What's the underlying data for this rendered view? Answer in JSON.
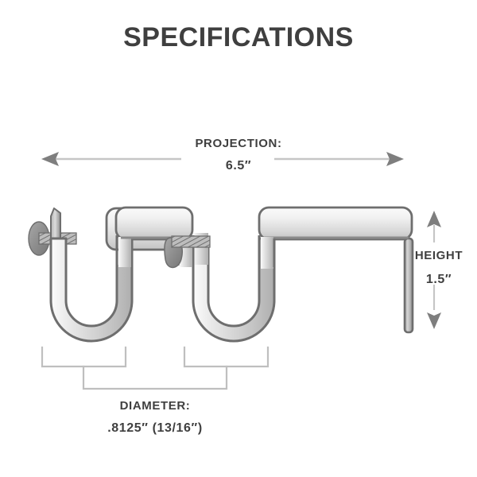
{
  "page": {
    "title": "SPECIFICATIONS",
    "background_color": "#ffffff",
    "text_color": "#404040",
    "dimension_line_color": "#bdbdbd",
    "arrow_head_color": "#7a7a7a",
    "metal_outline_color": "#6e6e6e",
    "metal_light_color": "#f2f2f2",
    "metal_mid_color": "#cfcfcf",
    "metal_dark_color": "#9a9a9a"
  },
  "dimensions": {
    "projection": {
      "label": "PROJECTION:",
      "value": "6.5″",
      "arrow_name": "horizontal-double-arrow"
    },
    "height": {
      "label": "HEIGHT",
      "value": "1.5″",
      "arrow_name": "vertical-double-arrow"
    },
    "diameter": {
      "label": "DIAMETER:",
      "value": ".8125″ (13/16″)",
      "bracket_name": "diameter-bracket"
    }
  },
  "product": {
    "name": "double-j-hook-bracket",
    "parts": [
      {
        "name": "cradle-left",
        "type": "u-cradle"
      },
      {
        "name": "cradle-right",
        "type": "u-cradle"
      },
      {
        "name": "top-cap-middle",
        "type": "flat-top-bar"
      },
      {
        "name": "top-bar-right",
        "type": "long-flat-top-bar"
      },
      {
        "name": "screw-left",
        "type": "mounting-screw"
      },
      {
        "name": "screw-middle",
        "type": "mounting-screw"
      },
      {
        "name": "leg-right",
        "type": "vertical-leg"
      }
    ]
  }
}
